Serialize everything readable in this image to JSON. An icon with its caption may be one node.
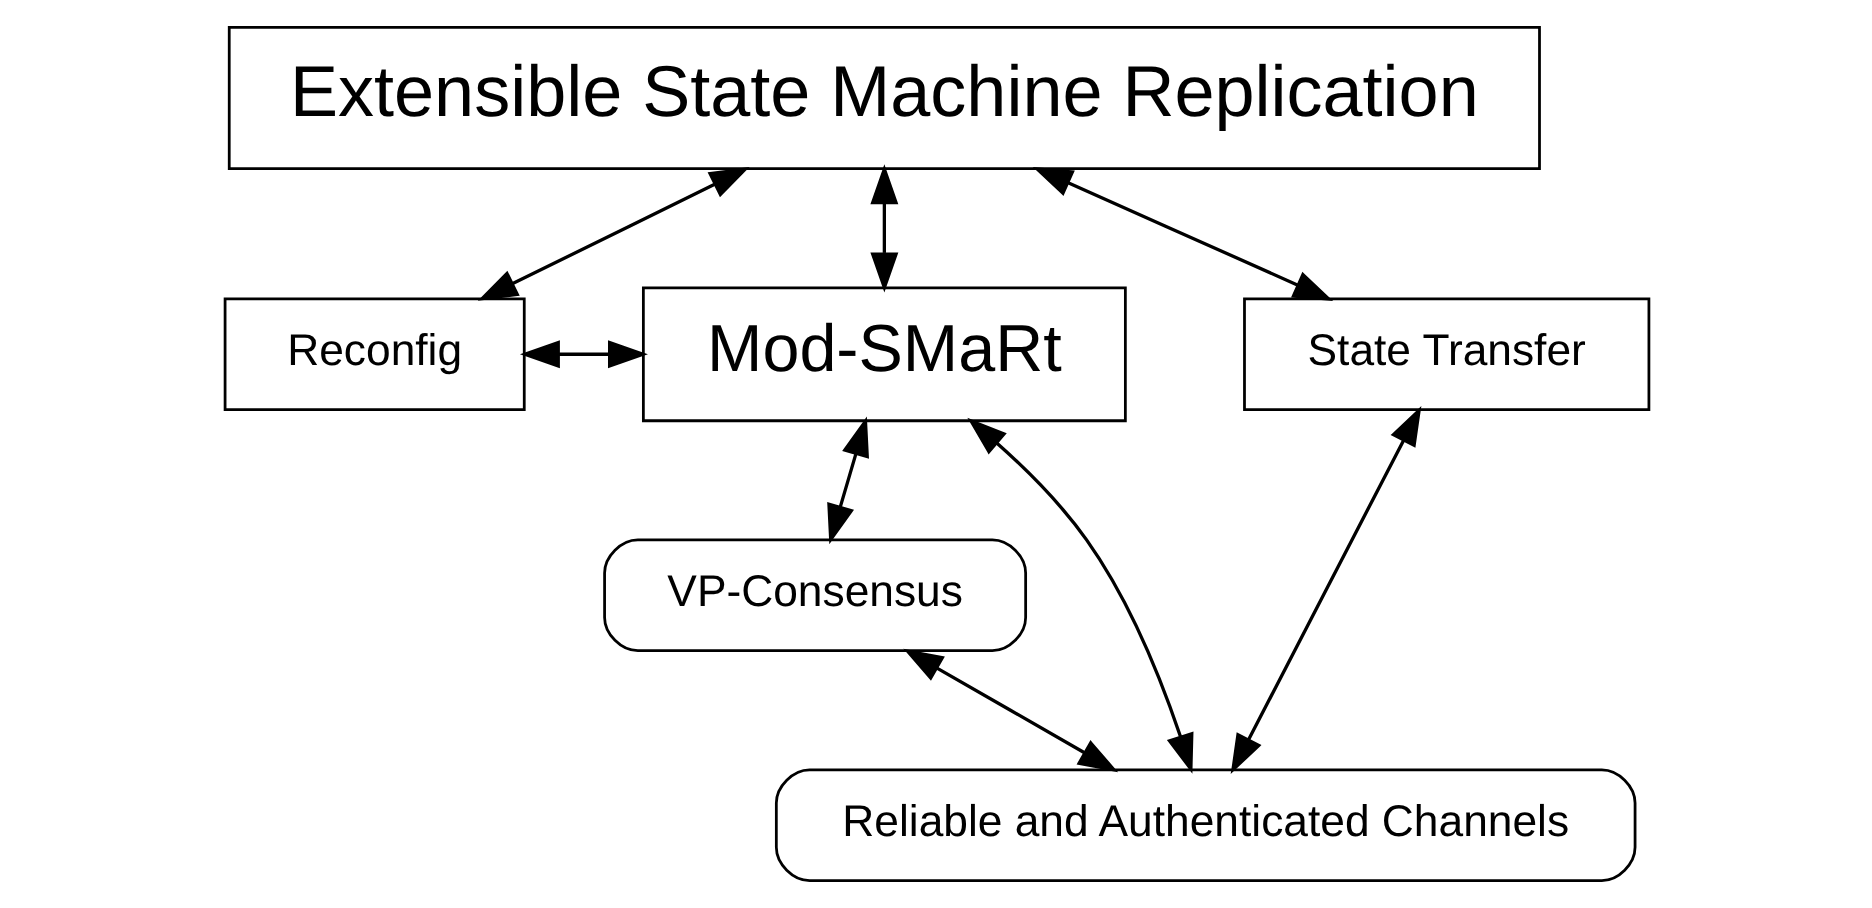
{
  "diagram": {
    "nodes": [
      {
        "text": [
          "Extensible State Machine Replication"
        ]
      },
      {
        "text": [
          "Reconfig"
        ]
      },
      {
        "text": [
          "Mod-SMaRt"
        ]
      },
      {
        "text": [
          "VP-Consensus"
        ]
      },
      {
        "text": [
          "State Transfer"
        ]
      },
      {
        "text": [
          "Reliable and Authenticated Channels"
        ]
      }
    ],
    "edges": [
      {
        "from": 0,
        "to": 1,
        "arrow": "both"
      },
      {
        "from": 1,
        "to": 2,
        "arrow": "both"
      },
      {
        "from": 0,
        "to": 2,
        "arrow": "both"
      },
      {
        "from": 0,
        "to": 4,
        "arrow": "both"
      },
      {
        "from": 2,
        "to": 3,
        "arrow": "both"
      },
      {
        "from": 2,
        "to": 5,
        "arrow": "both"
      },
      {
        "from": 3,
        "to": 5,
        "arrow": "both"
      },
      {
        "from": 5,
        "to": 4,
        "arrow": "both"
      }
    ]
  }
}
